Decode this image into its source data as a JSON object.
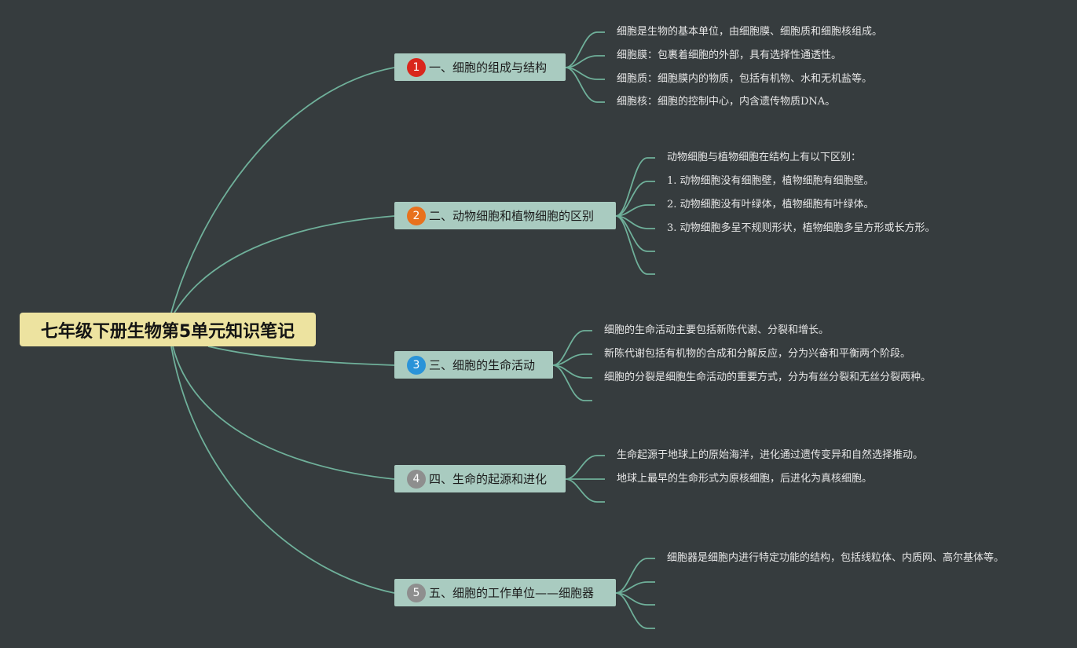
{
  "root": {
    "title": "七年级下册生物第5单元知识笔记"
  },
  "colors": {
    "background": "#363c3e",
    "connector": "#6fb09a",
    "root_fill": "#ede3a0",
    "branch_fill": "#a9cbc0",
    "leaf_text": "#e6e6e6"
  },
  "branches": [
    {
      "number": "1",
      "badge_color": "#d9261c",
      "label": "一、细胞的组成与结构",
      "children": [
        "细胞是生物的基本单位，由细胞膜、细胞质和细胞核组成。",
        "细胞膜：包裹着细胞的外部，具有选择性通透性。",
        "细胞质：细胞膜内的物质，包括有机物、水和无机盐等。",
        "细胞核：细胞的控制中心，内含遗传物质DNA。"
      ]
    },
    {
      "number": "2",
      "badge_color": "#e8711d",
      "label": "二、动物细胞和植物细胞的区别",
      "children": [
        "动物细胞与植物细胞在结构上有以下区别：",
        "1. 动物细胞没有细胞壁，植物细胞有细胞壁。",
        "2. 动物细胞没有叶绿体，植物细胞有叶绿体。",
        "3. 动物细胞多呈不规则形状，植物细胞多呈方形或长方形。",
        "",
        ""
      ]
    },
    {
      "number": "3",
      "badge_color": "#2a93d8",
      "label": "三、细胞的生命活动",
      "children": [
        "细胞的生命活动主要包括新陈代谢、分裂和增长。",
        "新陈代谢包括有机物的合成和分解反应，分为兴奋和平衡两个阶段。",
        "细胞的分裂是细胞生命活动的重要方式，分为有丝分裂和无丝分裂两种。",
        ""
      ]
    },
    {
      "number": "4",
      "badge_color": "#8e8e8e",
      "label": "四、生命的起源和进化",
      "children": [
        "生命起源于地球上的原始海洋，进化通过遗传变异和自然选择推动。",
        "地球上最早的生命形式为原核细胞，后进化为真核细胞。",
        ""
      ]
    },
    {
      "number": "5",
      "badge_color": "#8e8e8e",
      "label": "五、细胞的工作单位——细胞器",
      "children": [
        "细胞器是细胞内进行特定功能的结构，包括线粒体、内质网、高尔基体等。",
        "",
        "",
        ""
      ]
    }
  ]
}
